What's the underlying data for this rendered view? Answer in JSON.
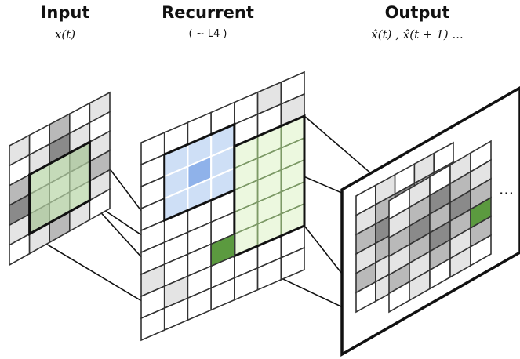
{
  "layers": {
    "input": {
      "title": "Input",
      "subtitle": "x(t)"
    },
    "recurrent": {
      "title": "Recurrent",
      "subtitle": "( ~ L4 )"
    },
    "output": {
      "title": "Output",
      "subtitle": "x̂(t) , x̂(t + 1) ...",
      "ellipsis": "..."
    }
  },
  "colors": {
    "grid_line": "#333333",
    "frame": "#111111",
    "green_overlay": "#b8d6a6",
    "green_cell": "#5b9a3f",
    "blue_region": "#c9dbf5",
    "blue_center": "#8fb2ea",
    "light_green_region": "#e9f7d9",
    "gray_light": "#e4e4e4",
    "gray_mid": "#b9b9b9",
    "gray_dark": "#8a8a8a"
  },
  "input_grid": {
    "rows": 6,
    "cols": 5,
    "shades": [
      [
        1,
        0,
        2,
        0,
        1
      ],
      [
        0,
        1,
        3,
        1,
        0
      ],
      [
        2,
        0,
        1,
        2,
        1
      ],
      [
        3,
        1,
        0,
        1,
        2
      ],
      [
        1,
        2,
        1,
        0,
        1
      ],
      [
        0,
        1,
        2,
        1,
        0
      ]
    ],
    "receptive_field": {
      "row": 2,
      "col": 1,
      "size": 3
    }
  },
  "recurrent_grid": {
    "rows": 9,
    "cols": 7,
    "shades": [
      [
        0,
        0,
        0,
        0,
        0,
        1,
        0
      ],
      [
        0,
        0,
        0,
        0,
        0,
        0,
        1
      ],
      [
        0,
        0,
        0,
        0,
        0,
        0,
        0
      ],
      [
        0,
        0,
        0,
        0,
        0,
        0,
        0
      ],
      [
        0,
        0,
        0,
        0,
        0,
        0,
        0
      ],
      [
        0,
        0,
        0,
        0,
        0,
        0,
        0
      ],
      [
        1,
        0,
        0,
        0,
        0,
        0,
        0
      ],
      [
        0,
        1,
        0,
        0,
        0,
        0,
        0
      ],
      [
        0,
        0,
        0,
        0,
        0,
        0,
        0
      ]
    ],
    "blue_region": {
      "row": 1,
      "col": 1,
      "size": 3
    },
    "green_region": {
      "row": 2,
      "col": 4,
      "rows": 5,
      "cols": 3
    },
    "filled_cell": {
      "row": 6,
      "col": 3
    }
  },
  "output_maps": [
    {
      "rows": 6,
      "cols": 5,
      "shades": [
        [
          0,
          1,
          0,
          1,
          0
        ],
        [
          1,
          2,
          3,
          2,
          1
        ],
        [
          2,
          3,
          2,
          3,
          2
        ],
        [
          1,
          2,
          3,
          2,
          1
        ],
        [
          2,
          1,
          2,
          1,
          2
        ],
        [
          0,
          1,
          0,
          1,
          0
        ]
      ]
    },
    {
      "rows": 6,
      "cols": 5,
      "shades": [
        [
          0,
          1,
          0,
          1,
          0
        ],
        [
          1,
          2,
          3,
          2,
          1
        ],
        [
          2,
          3,
          2,
          3,
          2
        ],
        [
          1,
          2,
          3,
          2,
          4
        ],
        [
          2,
          1,
          2,
          1,
          2
        ],
        [
          0,
          1,
          0,
          1,
          0
        ]
      ]
    }
  ]
}
